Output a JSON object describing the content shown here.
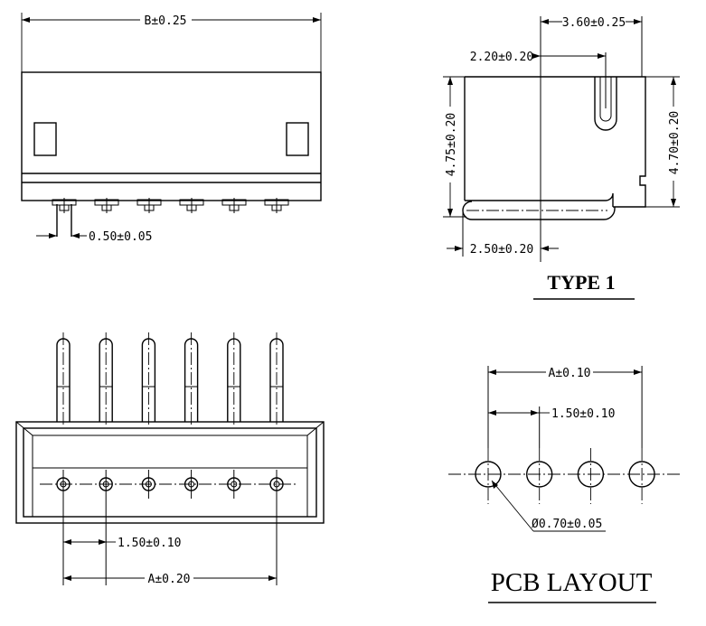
{
  "dimensions": {
    "front_width": "B±0.25",
    "pin_width": "0.50±0.05",
    "side_offset_top": "2.20±0.20",
    "side_width": "3.60±0.25",
    "side_height_left": "4.75±0.20",
    "side_height_right": "4.70±0.20",
    "lead_length": "2.50±0.20",
    "top_pitch": "1.50±0.10",
    "top_span": "A±0.20",
    "pcb_span": "A±0.10",
    "pcb_pitch": "1.50±0.10",
    "hole_diameter": "Ø0.70±0.05"
  },
  "labels": {
    "type_title": "TYPE 1",
    "pcb_title": "PCB LAYOUT"
  },
  "pin_count": 6,
  "pcb_hole_count": 4
}
